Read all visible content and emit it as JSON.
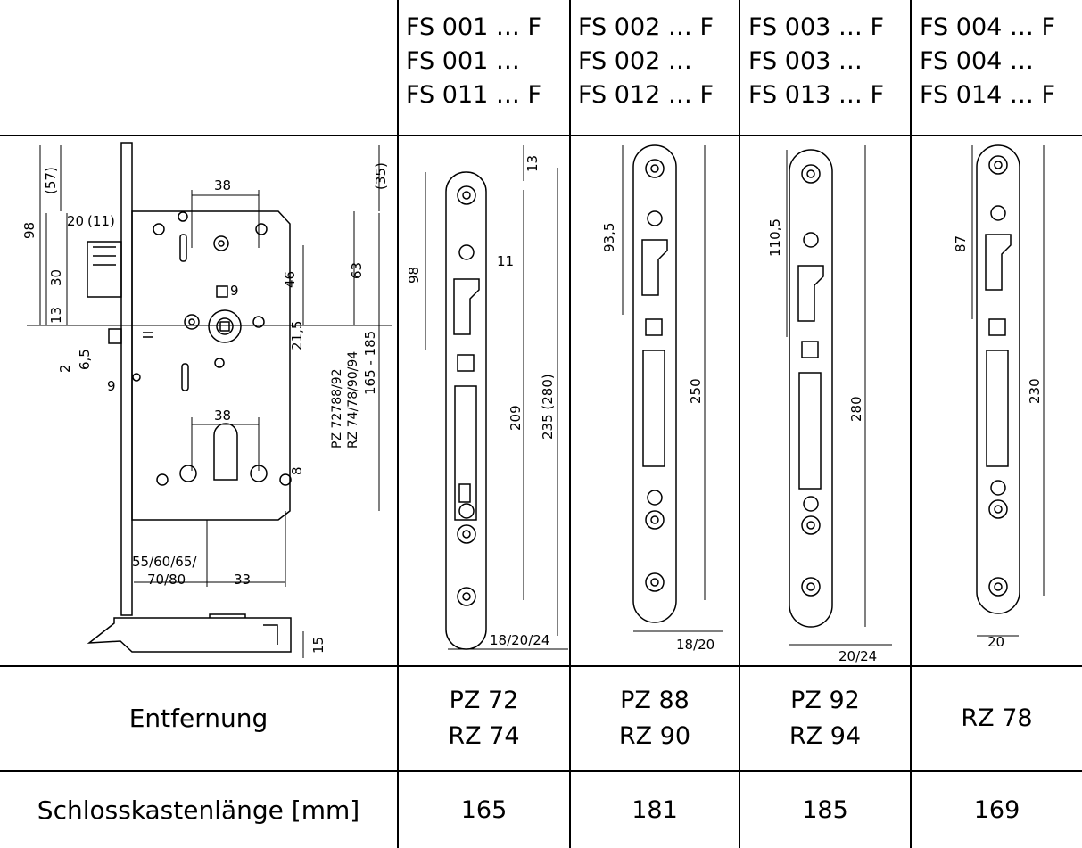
{
  "columns": [
    {
      "header": [
        "FS 001 … F",
        "FS 001 …",
        "FS 011 … F"
      ],
      "entfernung": [
        "PZ 72",
        "RZ 74"
      ],
      "laenge": "165",
      "drawing": {
        "top": "13",
        "from_top": "98",
        "side": "11",
        "inner": "209",
        "total": "235 (280)",
        "width": "18/20/24"
      }
    },
    {
      "header": [
        "FS 002 … F",
        "FS 002 …",
        "FS 012 … F"
      ],
      "entfernung": [
        "PZ 88",
        "RZ 90"
      ],
      "laenge": "181",
      "drawing": {
        "from_top": "93,5",
        "total": "250",
        "width": "18/20"
      }
    },
    {
      "header": [
        "FS 003 … F",
        "FS 003 …",
        "FS 013 … F"
      ],
      "entfernung": [
        "PZ 92",
        "RZ 94"
      ],
      "laenge": "185",
      "drawing": {
        "from_top": "110,5",
        "total": "280",
        "width": "20/24"
      }
    },
    {
      "header": [
        "FS 004 … F",
        "FS 004 …",
        "FS 014 … F"
      ],
      "entfernung": [
        "RZ 78"
      ],
      "laenge": "169",
      "drawing": {
        "from_top": "87",
        "total": "230",
        "width": "20"
      }
    }
  ],
  "rows": {
    "entfernung_label": "Entfernung",
    "laenge_label": "Schlosskastenlänge [mm]"
  },
  "lock_drawing": {
    "dims": {
      "d98": "98",
      "d57": "(57)",
      "d20": "20",
      "d11": "(11)",
      "d30": "30",
      "d13": "13",
      "d2": "2",
      "d6_5": "6,5",
      "d9": "9",
      "d38_top": "38",
      "d46": "46",
      "d21_5": "21,5",
      "d63": "63",
      "d35": "(35)",
      "d165": "165 - 185",
      "pz": "PZ 72788/92",
      "rz": "RZ 74/78/90/94",
      "d38_bot": "38",
      "d8": "8",
      "d55": "55/60/65/",
      "d70": "70/80",
      "d33": "33",
      "d15": "15",
      "sq": "9"
    }
  }
}
